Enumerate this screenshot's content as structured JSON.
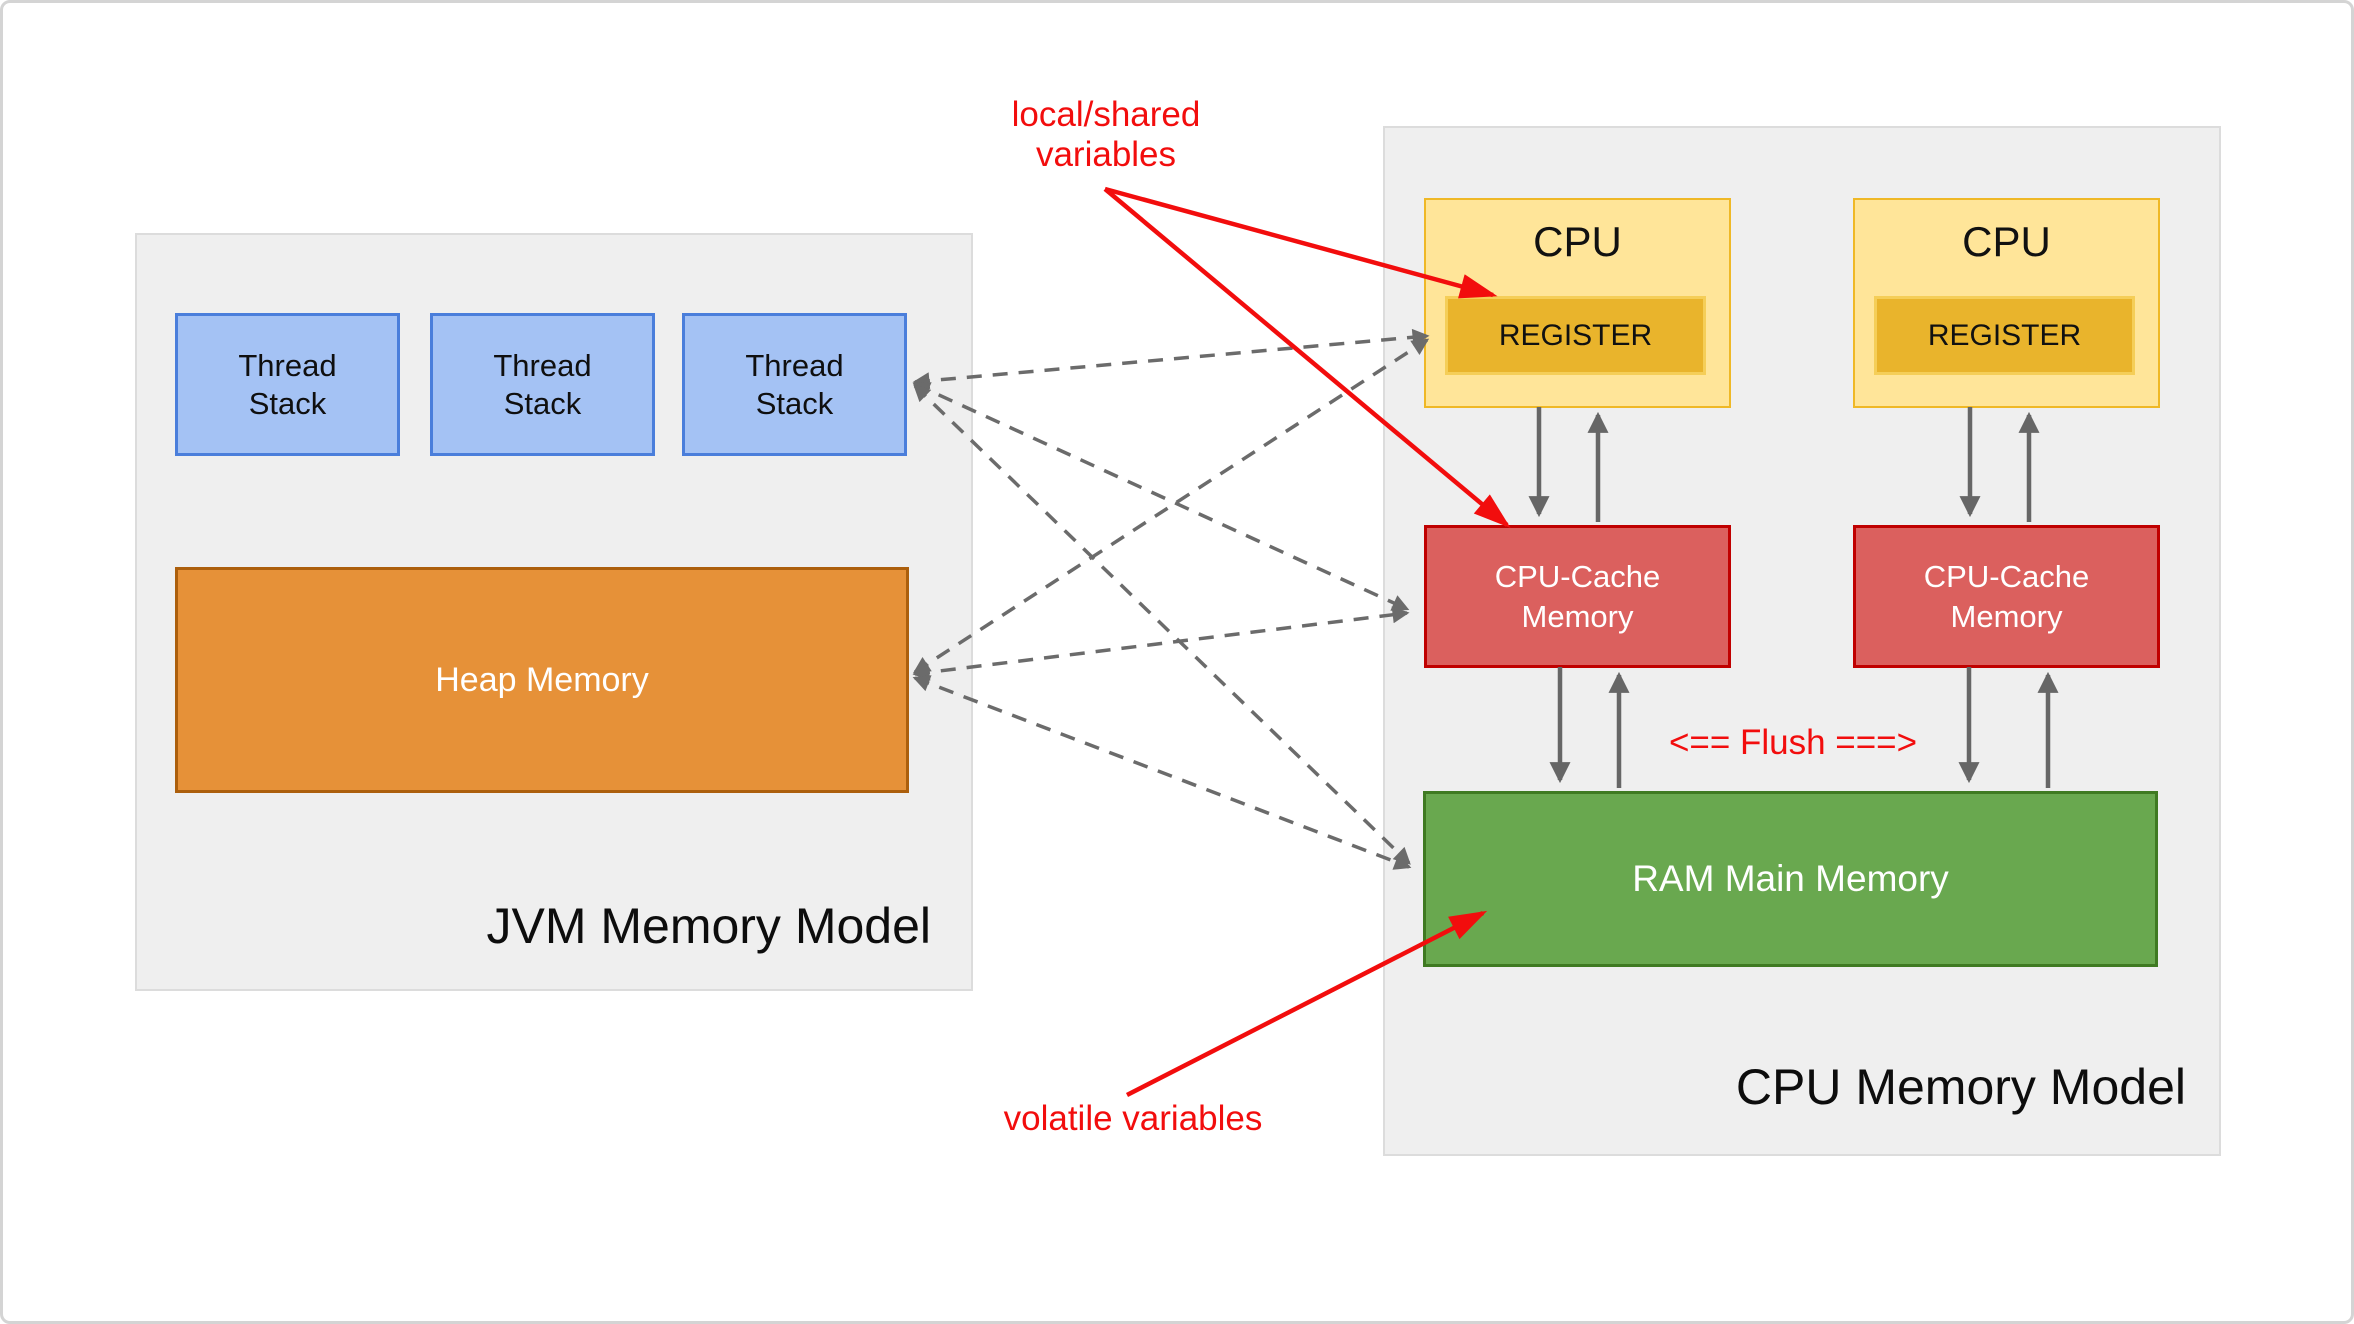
{
  "diagram": {
    "kind": "memory-model-diagram"
  },
  "jvm": {
    "title": "JVM Memory Model",
    "thread_stacks": [
      {
        "line1": "Thread",
        "line2": "Stack"
      },
      {
        "line1": "Thread",
        "line2": "Stack"
      },
      {
        "line1": "Thread",
        "line2": "Stack"
      }
    ],
    "heap_label": "Heap Memory"
  },
  "cpu": {
    "title": "CPU Memory Model",
    "cpus": [
      {
        "label": "CPU",
        "register": "REGISTER"
      },
      {
        "label": "CPU",
        "register": "REGISTER"
      }
    ],
    "caches": [
      {
        "line1": "CPU-Cache",
        "line2": "Memory"
      },
      {
        "line1": "CPU-Cache",
        "line2": "Memory"
      }
    ],
    "ram_label": "RAM Main Memory"
  },
  "annotations": {
    "local_shared": {
      "line1": "local/shared",
      "line2": "variables"
    },
    "flush": "<== Flush ===>",
    "volatile": "volatile variables"
  },
  "colors": {
    "thread_stack_fill": "#a4c2f4",
    "thread_stack_border": "#4a7edb",
    "heap_fill": "#e69138",
    "heap_border": "#ac5f0c",
    "cpu_fill": "#ffe599",
    "cpu_border": "#efb826",
    "register_fill": "#e9b42c",
    "register_border": "#f5ce58",
    "cache_fill": "#db605e",
    "cache_border": "#c00000",
    "ram_fill": "#69a84f",
    "ram_border": "#3f7a22",
    "panel_fill": "#efefef",
    "panel_border": "#dcdcdc",
    "gray_arrow": "#666666",
    "annotation_red": "#f20d0d"
  }
}
